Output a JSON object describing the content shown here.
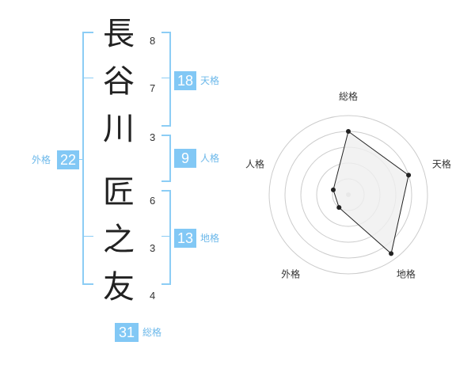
{
  "name": {
    "chars": [
      {
        "char": "長",
        "strokes": "8"
      },
      {
        "char": "谷",
        "strokes": "7"
      },
      {
        "char": "川",
        "strokes": "3"
      },
      {
        "char": "匠",
        "strokes": "6"
      },
      {
        "char": "之",
        "strokes": "3"
      },
      {
        "char": "友",
        "strokes": "4"
      }
    ]
  },
  "fortune": {
    "tenkaku": {
      "value": "18",
      "label": "天格"
    },
    "jinkaku": {
      "value": "9",
      "label": "人格"
    },
    "chikaku": {
      "value": "13",
      "label": "地格"
    },
    "gaikaku": {
      "value": "22",
      "label": "外格"
    },
    "soukaku": {
      "value": "31",
      "label": "総格"
    }
  },
  "radar": {
    "labels": [
      "総格",
      "天格",
      "地格",
      "外格",
      "人格"
    ],
    "values": [
      0.8,
      0.8,
      0.92,
      0.2,
      0.2
    ],
    "colors": {
      "fill": "#efefef",
      "stroke": "#222222",
      "grid": "#cccccc",
      "center": "#cccccc"
    }
  }
}
